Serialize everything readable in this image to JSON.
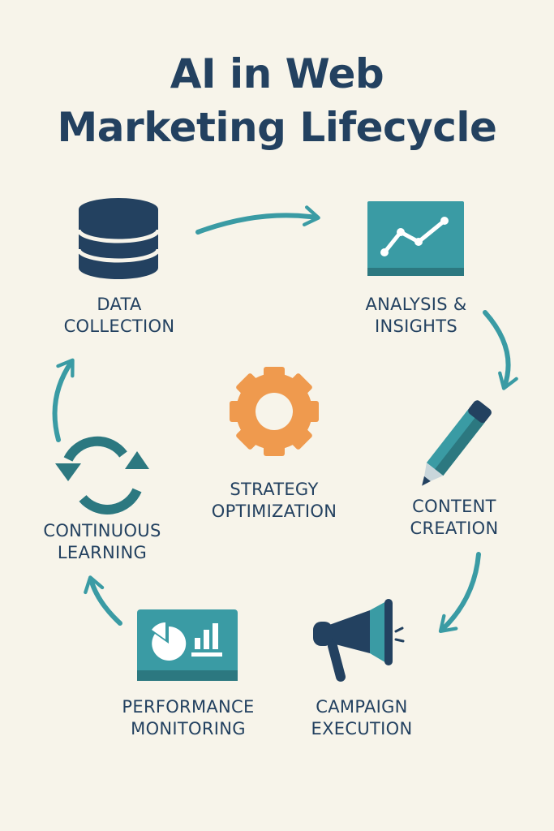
{
  "title": {
    "line1": "AI in Web",
    "line2": "Marketing Lifecycle"
  },
  "colors": {
    "navy": "#234160",
    "teal": "#3a9ba4",
    "orange": "#ef9a4e",
    "background": "#f7f4ea"
  },
  "stages": {
    "data_collection": {
      "line1": "DATA",
      "line2": "COLLECTION",
      "icon": "database-icon"
    },
    "analysis_insights": {
      "line1": "ANALYSIS &",
      "line2": "INSIGHTS",
      "icon": "line-chart-icon"
    },
    "content_creation": {
      "line1": "CONTENT",
      "line2": "CREATION",
      "icon": "pencil-icon"
    },
    "campaign_execution": {
      "line1": "CAMPAIGN",
      "line2": "EXECUTION",
      "icon": "megaphone-icon"
    },
    "performance_monitoring": {
      "line1": "PERFORMANCE",
      "line2": "MONITORING",
      "icon": "dashboard-icon"
    },
    "continuous_learning": {
      "line1": "CONTINUOUS",
      "line2": "LEARNING",
      "icon": "refresh-cycle-icon"
    }
  },
  "center": {
    "line1": "STRATEGY",
    "line2": "OPTIMIZATION",
    "icon": "gear-icon"
  }
}
